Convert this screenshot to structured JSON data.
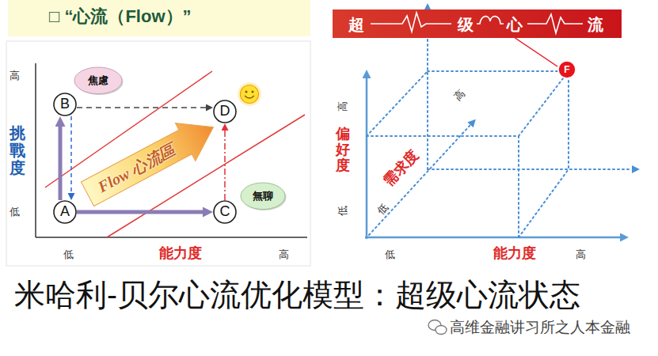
{
  "diagram": {
    "title": "□ “心流（Flow）”",
    "caption": "米哈利-贝尔心流优化模型：超级心流状态",
    "nodes": [
      {
        "text": [
          "焦慮"
        ]
      },
      {
        "text": [
          "B"
        ]
      },
      {
        "text": [
          "D"
        ]
      },
      {
        "text": [
          "Flow 心流區"
        ]
      },
      {
        "text": [
          "無聊"
        ]
      },
      {
        "text": [
          "A"
        ]
      },
      {
        "text": [
          "C"
        ]
      },
      {
        "text": [
          "超",
          "级",
          "心",
          "流"
        ]
      },
      {
        "text": [
          "F"
        ]
      }
    ],
    "edges": [
      {
        "from": 5,
        "to": 1,
        "arrow": "to"
      },
      {
        "from": 5,
        "to": 6,
        "arrow": "to"
      },
      {
        "from": 1,
        "to": 2,
        "arrow": "to"
      },
      {
        "from": 6,
        "to": 2,
        "arrow": "to"
      },
      {
        "from": 1,
        "to": 5,
        "arrow": "to"
      },
      {
        "from": 8,
        "to": 7,
        "arrow": "none"
      }
    ],
    "labels": [
      "高",
      "挑戰度",
      "低",
      "低",
      "能力度",
      "高",
      "高",
      "偏好度",
      "低",
      "需求度",
      "高",
      "低",
      "低",
      "能力度",
      "高",
      "高维金融讲习所之人本金融"
    ]
  }
}
